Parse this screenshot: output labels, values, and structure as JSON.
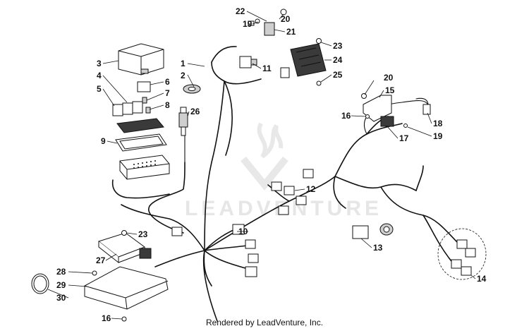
{
  "callouts": [
    {
      "id": "1",
      "label": "1"
    },
    {
      "id": "2",
      "label": "2"
    },
    {
      "id": "3",
      "label": "3"
    },
    {
      "id": "4",
      "label": "4"
    },
    {
      "id": "5",
      "label": "5"
    },
    {
      "id": "6",
      "label": "6"
    },
    {
      "id": "7",
      "label": "7"
    },
    {
      "id": "8",
      "label": "8"
    },
    {
      "id": "9",
      "label": "9"
    },
    {
      "id": "10",
      "label": "10"
    },
    {
      "id": "11",
      "label": "11"
    },
    {
      "id": "12",
      "label": "12"
    },
    {
      "id": "13",
      "label": "13"
    },
    {
      "id": "14",
      "label": "14"
    },
    {
      "id": "15",
      "label": "15"
    },
    {
      "id": "16a",
      "label": "16"
    },
    {
      "id": "16b",
      "label": "16"
    },
    {
      "id": "17",
      "label": "17"
    },
    {
      "id": "18",
      "label": "18"
    },
    {
      "id": "19a",
      "label": "19"
    },
    {
      "id": "19b",
      "label": "19"
    },
    {
      "id": "20a",
      "label": "20"
    },
    {
      "id": "20b",
      "label": "20"
    },
    {
      "id": "21",
      "label": "21"
    },
    {
      "id": "22",
      "label": "22"
    },
    {
      "id": "23a",
      "label": "23"
    },
    {
      "id": "23b",
      "label": "23"
    },
    {
      "id": "24",
      "label": "24"
    },
    {
      "id": "25",
      "label": "25"
    },
    {
      "id": "26",
      "label": "26"
    },
    {
      "id": "27",
      "label": "27"
    },
    {
      "id": "28",
      "label": "28"
    },
    {
      "id": "29",
      "label": "29"
    },
    {
      "id": "30",
      "label": "30"
    }
  ],
  "watermark": {
    "text": "LEADVENTURE"
  },
  "footer": {
    "text": "Rendered by LeadVenture, Inc."
  }
}
